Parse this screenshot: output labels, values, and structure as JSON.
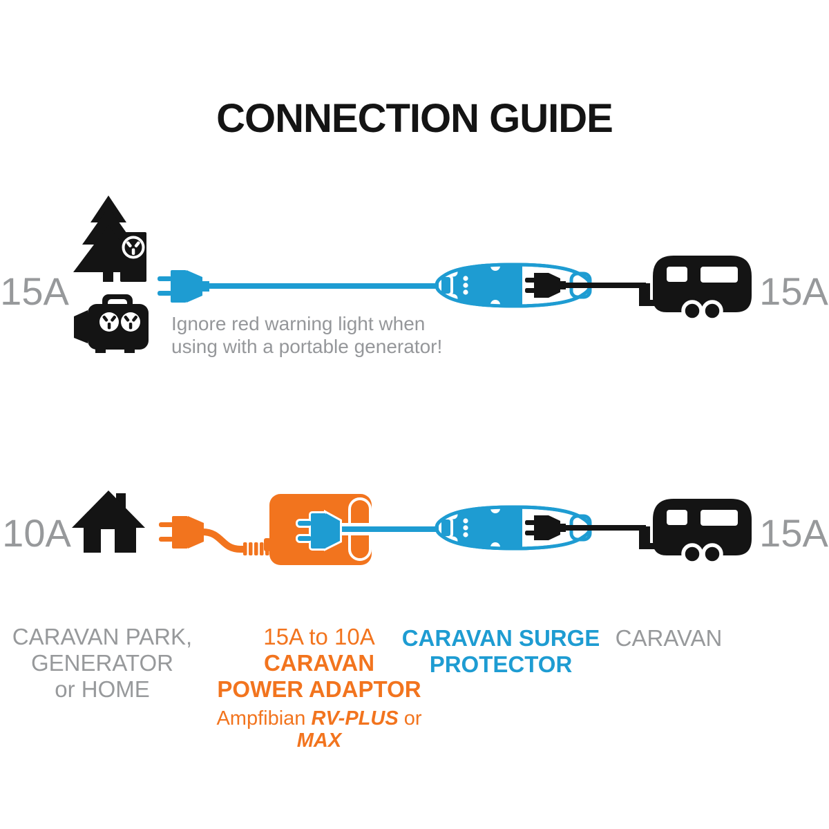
{
  "title": "CONNECTION GUIDE",
  "colors": {
    "blue": "#1E9CD2",
    "orange": "#F2741E",
    "gray": "#97999B",
    "black": "#141414"
  },
  "row_top": {
    "source_rating": "15A",
    "caravan_rating": "15A",
    "note": [
      "Ignore red warning light when",
      "using with a portable generator!"
    ]
  },
  "row_bottom": {
    "source_rating": "10A",
    "caravan_rating": "15A"
  },
  "captions": {
    "source": [
      "CARAVAN PARK,",
      "GENERATOR",
      "or HOME"
    ],
    "adaptor": [
      "15A to 10A",
      "CARAVAN",
      "POWER ADAPTOR"
    ],
    "adaptor_note": {
      "prefix": "Ampfibian ",
      "model1": "RV-PLUS",
      "mid": " or ",
      "model2": "MAX"
    },
    "surge": [
      "CARAVAN SURGE",
      "PROTECTOR"
    ],
    "caravan": "CARAVAN"
  },
  "icons": {
    "pine_tree": "pine-tree-icon",
    "power_pedestal": "power-pedestal-icon",
    "generator": "generator-icon",
    "house": "house-icon",
    "plug_blue": "blue-plug-icon",
    "plug_orange": "orange-plug-icon",
    "power_adaptor": "power-adaptor-icon",
    "surge_protector": "surge-protector-icon",
    "caravan": "caravan-icon"
  }
}
